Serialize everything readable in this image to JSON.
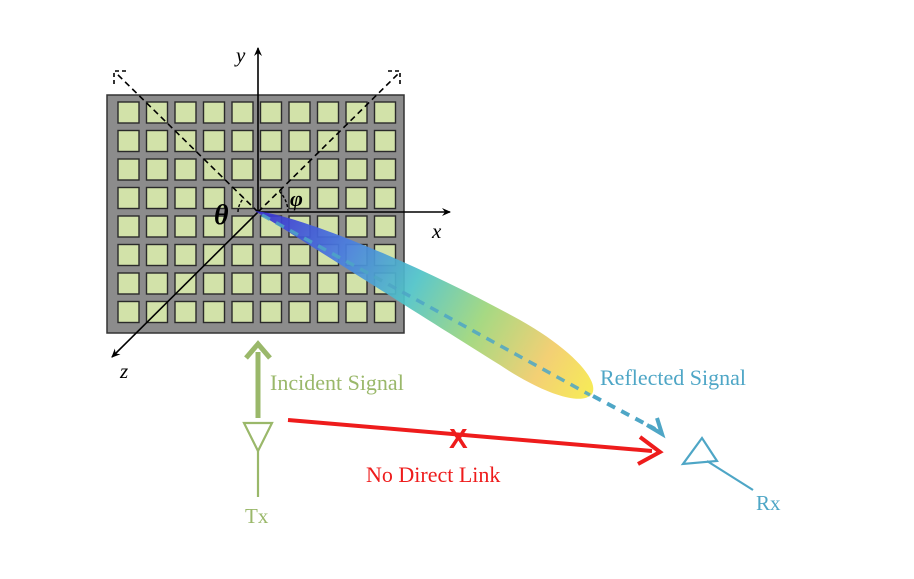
{
  "axes": {
    "x_label": "x",
    "y_label": "y",
    "z_label": "z",
    "theta_label": "θ",
    "phi_label": "φ"
  },
  "labels": {
    "incident_signal": "Incident Signal",
    "reflected_signal": "Reflected Signal",
    "no_direct_link": "No Direct Link",
    "blocked_mark": "X",
    "tx": "Tx",
    "rx": "Rx"
  },
  "surface": {
    "rows": 8,
    "cols": 10
  },
  "colors": {
    "surface_bg": "#8c8c8c",
    "element_fill": "#d2e2a9",
    "tx_color": "#9ab86a",
    "rx_color": "#4ea6c6",
    "link_color": "#ee1c1c",
    "axis_color": "#000000"
  }
}
